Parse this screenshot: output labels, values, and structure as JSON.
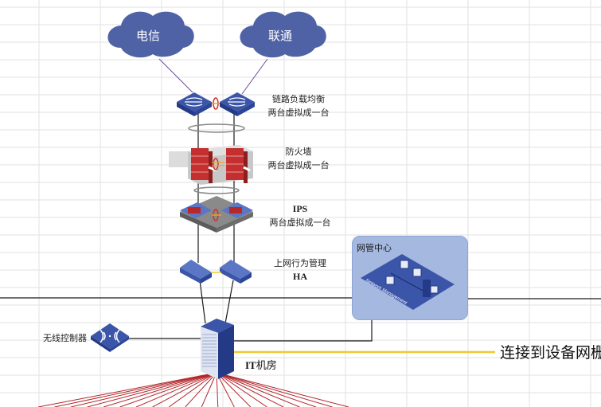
{
  "diagram": {
    "clouds": [
      {
        "id": "telecom",
        "label": "电信"
      },
      {
        "id": "unicom",
        "label": "联通"
      }
    ],
    "layers": [
      {
        "id": "link-balancer",
        "title": "链路负载均衡",
        "subtitle": "两台虚拟成一台",
        "device_icon": "router-icon"
      },
      {
        "id": "firewall",
        "title": "防火墙",
        "subtitle": "两台虚拟成一台",
        "device_icon": "firewall-icon"
      },
      {
        "id": "ips",
        "title": "IPS",
        "subtitle": "两台虚拟成一台",
        "device_icon": "ips-icon"
      },
      {
        "id": "behavior-mgmt",
        "title": "上网行为管理",
        "subtitle": "HA",
        "device_icon": "appliance-icon"
      }
    ],
    "network_management": {
      "title": "网管中心",
      "image_caption": "Network Management"
    },
    "wireless_controller": {
      "label": "无线控制器"
    },
    "core": {
      "label_prefix": "IT",
      "label_suffix": "机房"
    },
    "uplink_note": "连接到设备网栅",
    "access_link_count": 20,
    "colors": {
      "cloud": "#4f62a5",
      "device": "#3b55a8",
      "device_dark": "#243a86",
      "link_black": "#1a1a1a",
      "link_purple": "#6a4a9a",
      "link_yellow": "#f0c830",
      "link_red": "#b3262b",
      "grid": "#e2e2e2",
      "panel": "#a5b8e0"
    }
  }
}
